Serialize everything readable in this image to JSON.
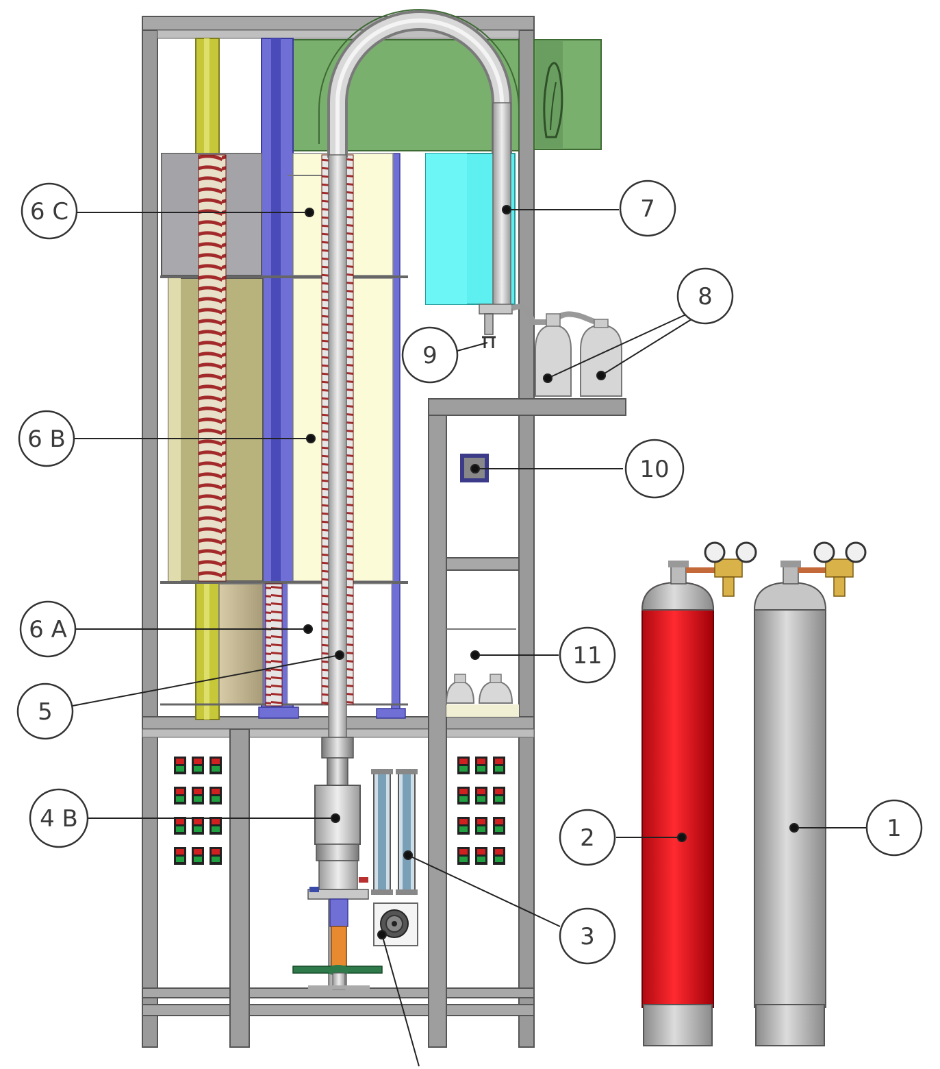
{
  "callouts": {
    "c6C": "6 C",
    "c6B": "6 B",
    "c6A": "6 A",
    "c5": "5",
    "c4B": "4 B",
    "c7": "7",
    "c8": "8",
    "c9": "9",
    "c10": "10",
    "c11": "11",
    "c3": "3",
    "c2": "2",
    "c1": "1"
  },
  "colors": {
    "frame": "#8c8c8c",
    "green_box": "#7ab06e",
    "teal_box": "#5ef0f0",
    "furnace_grey": "#a9a9ad",
    "furnace_yellow": "#fbfbd8",
    "furnace_olive": "#b8b27c",
    "heater_coil": "#a32a2a",
    "purple_rod": "#6f6fd6",
    "yellow_rod": "#c7c73a",
    "red_cylinder": "#e0141c",
    "grey_cylinder": "#b8b8b8"
  }
}
